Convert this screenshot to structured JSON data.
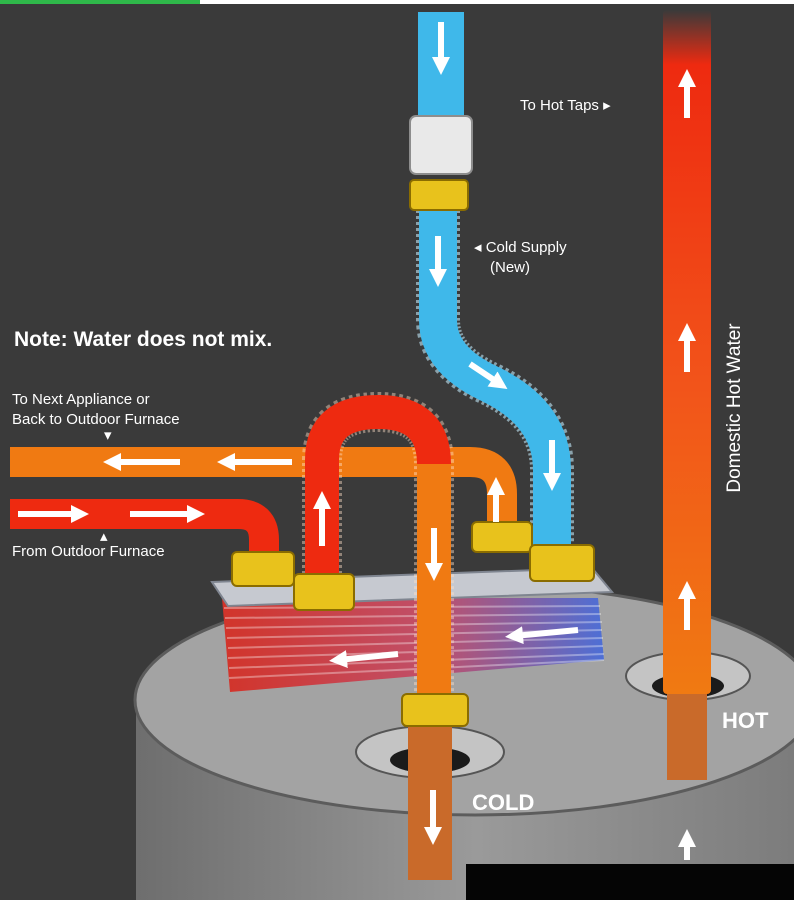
{
  "note": "Note: Water does not mix.",
  "labels": {
    "to_hot_taps": "To Hot Taps",
    "cold_supply_line1": "Cold Supply",
    "cold_supply_line2": "(New)",
    "to_next_line1": "To Next Appliance or",
    "to_next_line2": "Back to Outdoor Furnace",
    "from_furnace": "From Outdoor Furnace",
    "domestic_hot_water": "Domestic Hot Water",
    "hot": "HOT",
    "cold": "COLD"
  },
  "pointers": {
    "right": "▸",
    "left": "◂",
    "down": "▾",
    "up": "▴"
  },
  "colors": {
    "background": "#3a3a3a",
    "cold_water": "#3fb8ea",
    "hot_red": "#ee2a10",
    "warm_orange": "#f07a12",
    "copper": "#c96a2a",
    "brass": "#e8c21c",
    "tank": "#8a8a8a",
    "exchanger": "#9aa0ae"
  },
  "icons": [
    "arrow-icon"
  ]
}
